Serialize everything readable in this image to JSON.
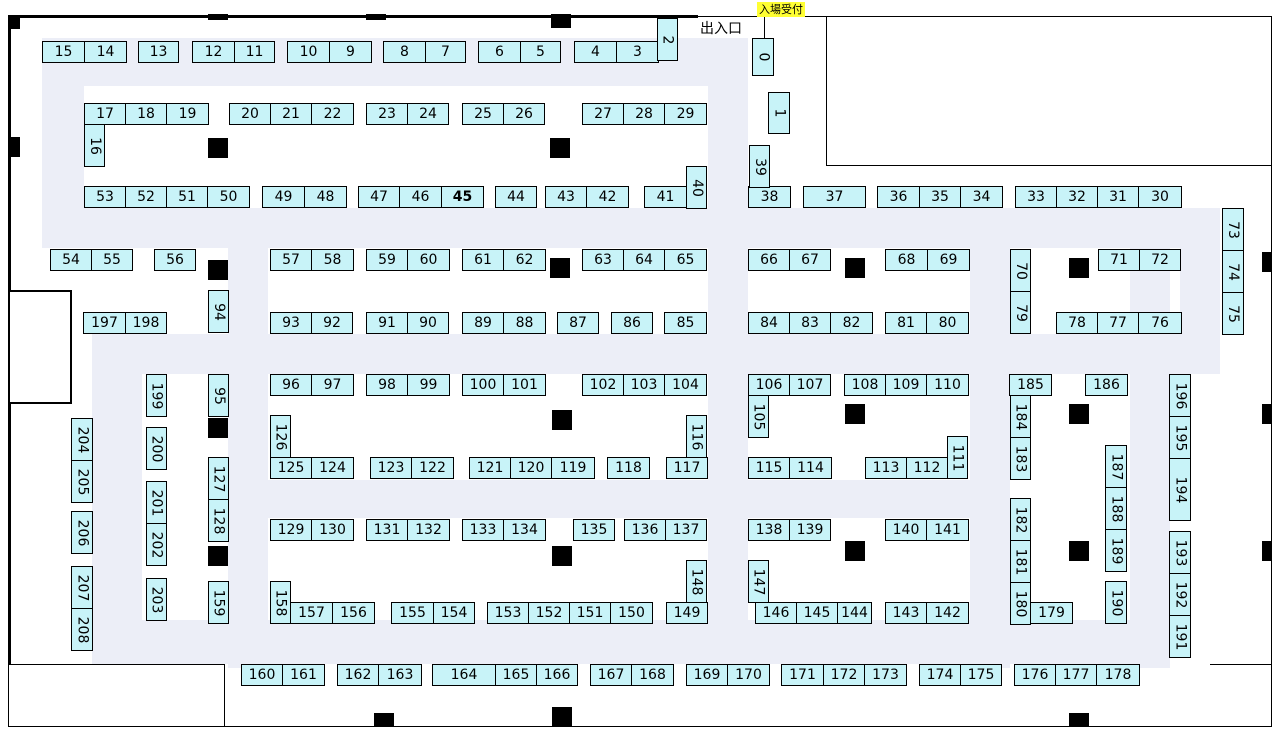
{
  "labels": {
    "entrance": "出入口",
    "reception": "入場受付"
  },
  "colors": {
    "booth_fill": "#c8f3f8",
    "aisle_fill": "#eceef7",
    "pillar": "#000000",
    "reception_highlight": "#ffff33"
  },
  "booths_horizontal": [
    "15",
    "14",
    "13",
    "12",
    "11",
    "10",
    "9",
    "8",
    "7",
    "6",
    "5",
    "4",
    "3",
    "17",
    "18",
    "19",
    "20",
    "21",
    "22",
    "23",
    "24",
    "25",
    "26",
    "27",
    "28",
    "29",
    "53",
    "52",
    "51",
    "50",
    "49",
    "48",
    "47",
    "46",
    "45",
    "44",
    "43",
    "42",
    "41",
    "38",
    "37",
    "36",
    "35",
    "34",
    "33",
    "32",
    "31",
    "30",
    "54",
    "55",
    "56",
    "57",
    "58",
    "59",
    "60",
    "61",
    "62",
    "63",
    "64",
    "65",
    "66",
    "67",
    "68",
    "69",
    "71",
    "72",
    "197",
    "198",
    "93",
    "92",
    "91",
    "90",
    "89",
    "88",
    "87",
    "86",
    "85",
    "84",
    "83",
    "82",
    "81",
    "80",
    "78",
    "77",
    "76",
    "96",
    "97",
    "98",
    "99",
    "100",
    "101",
    "102",
    "103",
    "104",
    "106",
    "107",
    "108",
    "109",
    "110",
    "185",
    "186",
    "125",
    "124",
    "123",
    "122",
    "121",
    "120",
    "119",
    "118",
    "117",
    "115",
    "114",
    "113",
    "112",
    "129",
    "130",
    "131",
    "132",
    "133",
    "134",
    "135",
    "136",
    "137",
    "138",
    "139",
    "140",
    "141",
    "157",
    "156",
    "155",
    "154",
    "153",
    "152",
    "151",
    "150",
    "149",
    "146",
    "145",
    "144",
    "143",
    "142",
    "179",
    "160",
    "161",
    "162",
    "163",
    "164",
    "165",
    "166",
    "167",
    "168",
    "169",
    "170",
    "171",
    "172",
    "173",
    "174",
    "175",
    "176",
    "177",
    "178"
  ],
  "booths_vertical": [
    "2",
    "0",
    "1",
    "16",
    "39",
    "40",
    "73",
    "74",
    "75",
    "70",
    "79",
    "94",
    "95",
    "199",
    "200",
    "201",
    "202",
    "203",
    "204",
    "205",
    "206",
    "207",
    "208",
    "105",
    "126",
    "116",
    "111",
    "127",
    "128",
    "159",
    "158",
    "148",
    "147",
    "184",
    "183",
    "182",
    "181",
    "180",
    "187",
    "188",
    "189",
    "190",
    "196",
    "195",
    "194",
    "193",
    "192",
    "191"
  ]
}
